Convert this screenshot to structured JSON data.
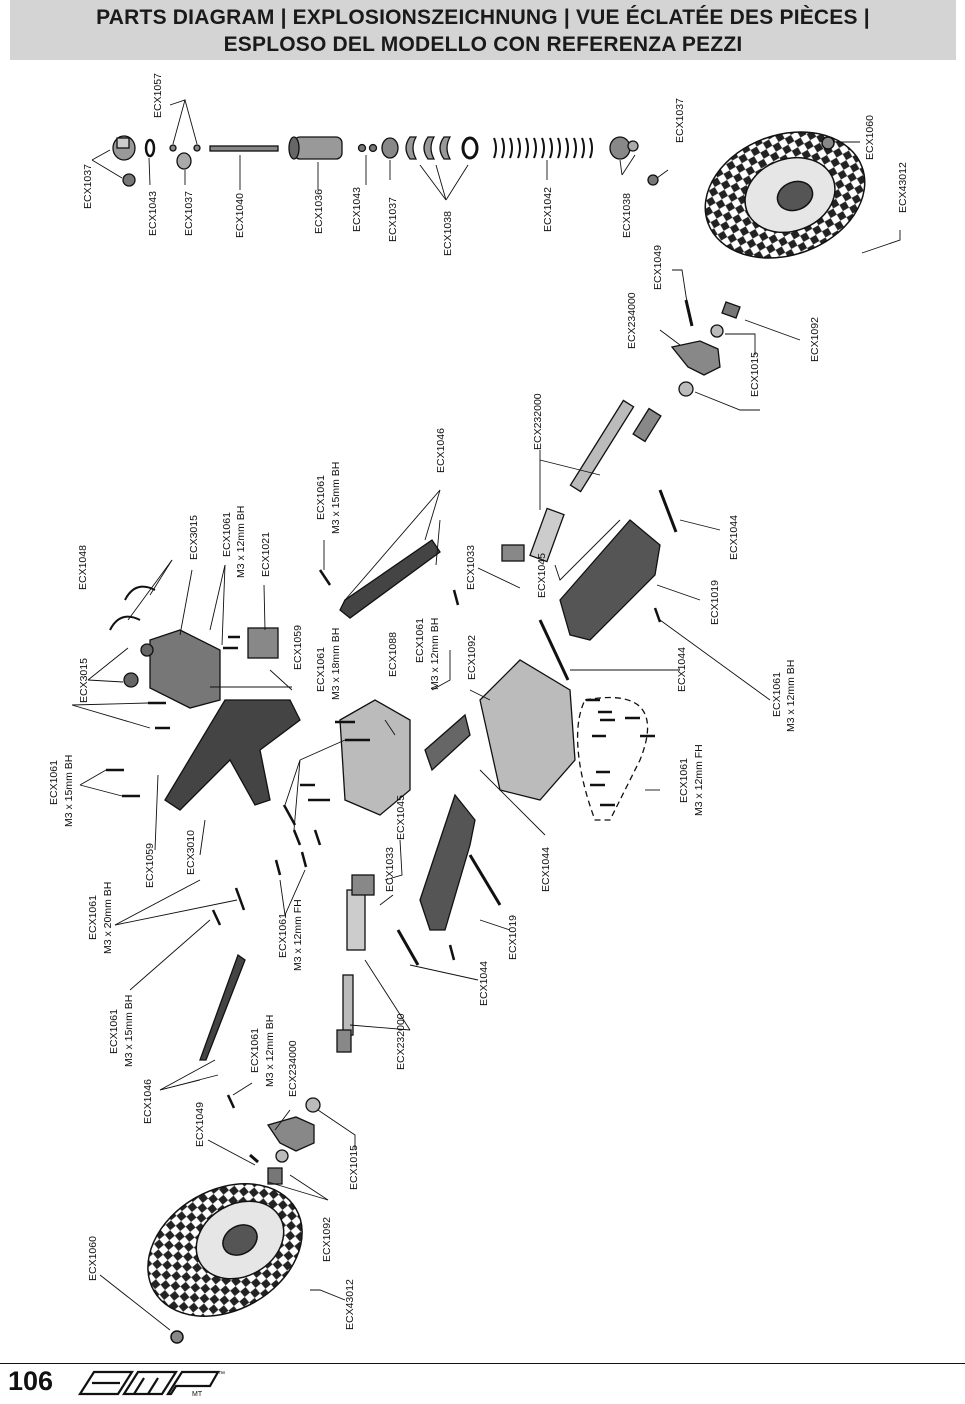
{
  "header": {
    "line1": "PARTS DIAGRAM | EXPLOSIONSZEICHNUNG | VUE ÉCLATÉE DES PIÈCES |",
    "line2": "ESPLOSO DEL MODELLO CON REFERENZA PEZZI"
  },
  "footer": {
    "page_number": "106",
    "logo_text": "amp",
    "logo_sub": "MT",
    "logo_tm": "™"
  },
  "labels": {
    "ecx1037_a": "ECX1037",
    "ecx1043_a": "ECX1043",
    "ecx1037_b": "ECX1037",
    "ecx1057": "ECX1057",
    "ecx1040": "ECX1040",
    "ecx1036": "ECX1036",
    "ecx1043_b": "ECX1043",
    "ecx1037_c": "ECX1037",
    "ecx1038_a": "ECX1038",
    "ecx1042": "ECX1042",
    "ecx1038_b": "ECX1038",
    "ecx1037_d": "ECX1037",
    "ecx1060_a": "ECX1060",
    "ecx43012_a": "ECX43012",
    "ecx1049_a": "ECX1049",
    "ecx234000_a": "ECX234000",
    "ecx1092_a": "ECX1092",
    "ecx1015_a": "ECX1015",
    "ecx232000_a": "ECX232000",
    "ecx1044_a": "ECX1044",
    "ecx1019_a": "ECX1019",
    "ecx1061_a": "ECX1061",
    "m3_12bh_a": "M3 x 12mm BH",
    "ecx1044_b": "ECX1044",
    "ecx1045_a": "ECX1045",
    "ecx1033_a": "ECX1033",
    "ecx1046_a": "ECX1046",
    "ecx1061_b": "ECX1061",
    "m3_15bh_a": "M3 x 15mm BH",
    "ecx3015_a": "ECX3015",
    "ecx1061_c": "ECX1061",
    "m3_12bh_b": "M3 x 12mm BH",
    "ecx1021": "ECX1021",
    "ecx1048": "ECX1048",
    "ecx1059_a": "ECX1059",
    "ecx3015_b": "ECX3015",
    "ecx1061_d": "ECX1061",
    "m3_15bh_b": "M3 x 15mm BH",
    "ecx1059_b": "ECX1059",
    "ecx3010": "ECX3010",
    "ecx1061_e": "ECX1061",
    "m3_18bh": "M3 x 18mm BH",
    "ecx1088": "ECX1088",
    "ecx1061_f": "ECX1061",
    "m3_12bh_c": "M3 x 12mm BH",
    "ecx1092_b": "ECX1092",
    "ecx1061_g": "ECX1061",
    "m3_12fh_a": "M3 x 12mm FH",
    "ecx1044_c": "ECX1044",
    "ecx1045_b": "ECX1045",
    "ecx1033_b": "ECX1033",
    "ecx1019_b": "ECX1019",
    "ecx1044_d": "ECX1044",
    "ecx1061_h": "ECX1061",
    "m3_20bh": "M3 x 20mm BH",
    "ecx1061_i": "ECX1061",
    "m3_12fh_b": "M3 x 12mm FH",
    "ecx232000_b": "ECX232000",
    "ecx1061_j": "ECX1061",
    "m3_15bh_c": "M3 x 15mm BH",
    "ecx1061_k": "ECX1061",
    "m3_12bh_d": "M3 x 12mm BH",
    "ecx234000_b": "ECX234000",
    "ecx1046_b": "ECX1046",
    "ecx1049_b": "ECX1049",
    "ecx1015_b": "ECX1015",
    "ecx1092_c": "ECX1092",
    "ecx1060_b": "ECX1060",
    "ecx43012_b": "ECX43012"
  }
}
